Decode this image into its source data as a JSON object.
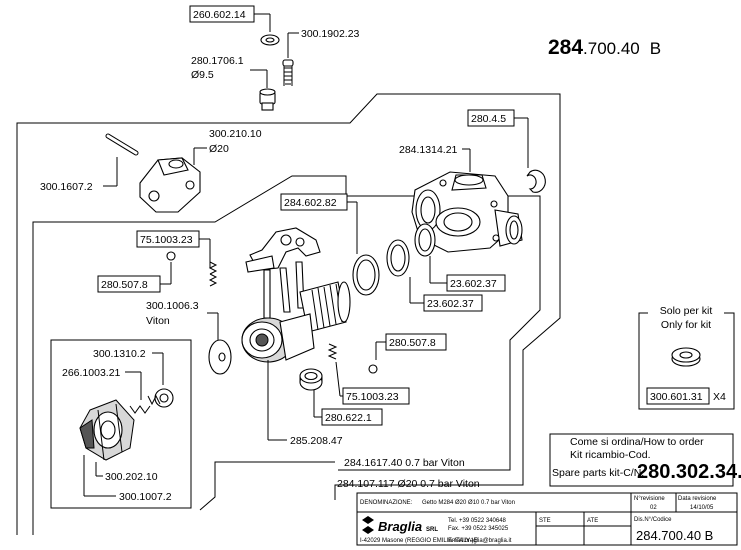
{
  "drawing_number": {
    "main": "284",
    "rest": ".700.40",
    "rev_letter": "B"
  },
  "labels": {
    "p260_602_14": "260.602.14",
    "p300_1902_23": "300.1902.23",
    "p280_1706_1": "280.1706.1",
    "d9_5": "Ø9.5",
    "p300_210_10": "300.210.10",
    "d20": "Ø20",
    "p300_1607_2": "300.1607.2",
    "p280_4_5": "280.4.5",
    "p284_1314_21": "284.1314.21",
    "p284_602_82": "284.602.82",
    "p75_1003_23_a": "75.1003.23",
    "p280_507_8_a": "280.507.8",
    "p23_602_37_a": "23.602.37",
    "p23_602_37_b": "23.602.37",
    "p300_1006_3": "300.1006.3",
    "viton": "Viton",
    "p280_507_8_b": "280.507.8",
    "p75_1003_23_b": "75.1003.23",
    "p280_622_1": "280.622.1",
    "p285_208_47": "285.208.47",
    "p300_1310_2": "300.1310.2",
    "p266_1003_21": "266.1003.21",
    "p300_202_10": "300.202.10",
    "p300_1007_2": "300.1007.2",
    "p284_1617_40": "284.1617.40  0.7 bar Viton",
    "p284_107_117": "284.107.117  Ø20  0.7 bar  Viton"
  },
  "kit_box": {
    "title_it": "Solo per kit",
    "title_en": "Only for kit",
    "part": "300.601.31",
    "qty": "X4"
  },
  "order_box": {
    "line1": "Come si ordina/How to order",
    "line2": "Kit ricambio-Cod.",
    "line3": "Spare parts kit-C/N.",
    "code": "280.302.34."
  },
  "title_block": {
    "denominazione_label": "DENOMINAZIONE:",
    "denominazione": "Getto M284 Ø20 Ø10 0.7 bar Viton",
    "revision_label": "N°revisione",
    "revision": "02",
    "revision_date_label": "Data revisione",
    "revision_date": "14/10/05",
    "drawing_label": "Dis.N°/Codice",
    "drawing_code": "284.700.40  B",
    "company": "Braglia",
    "company_suffix": "SRL",
    "tel": "Tel. +39 0522 340648",
    "fax": "Fax. +39 0522 345025",
    "email": "Email braglia@braglia.it",
    "address": "I-42029 Masone (REGGIO EMILIA-ITALY-)E",
    "ste": "STE",
    "ate": "ATE"
  }
}
